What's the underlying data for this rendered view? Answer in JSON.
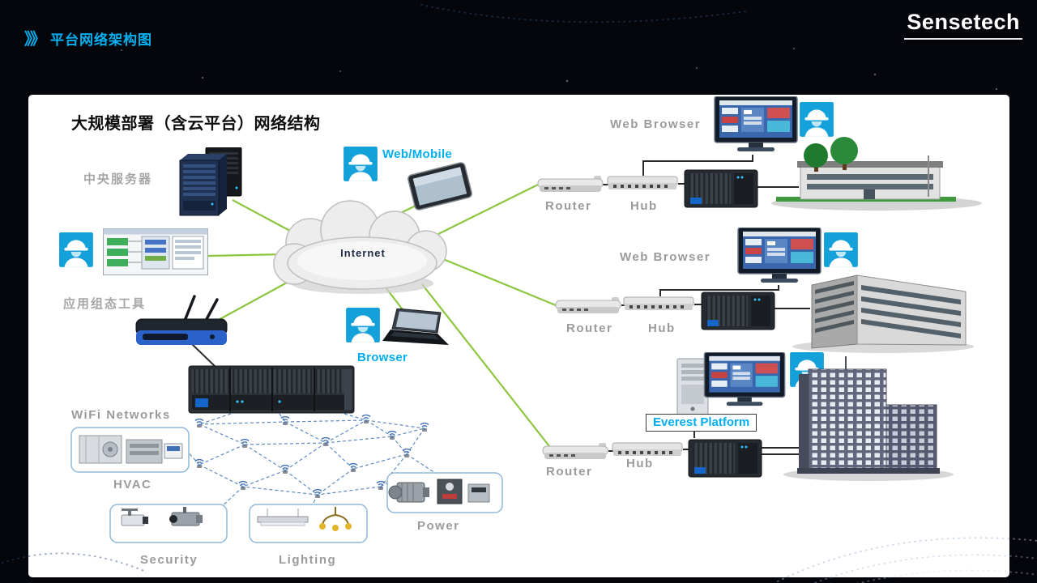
{
  "header": {
    "marker": "》》",
    "title": "平台网络架构图",
    "logo": "Sensetech"
  },
  "diagram": {
    "title": "大规模部署（含云平台）网络结构",
    "internet": "Internet",
    "left": {
      "central_server": "中央服务器",
      "config_tool": "应用组态工具",
      "web_mobile": "Web/Mobile",
      "browser": "Browser",
      "wifi_networks": "WiFi Networks"
    },
    "zones": {
      "hvac": "HVAC",
      "security": "Security",
      "lighting": "Lighting",
      "power": "Power"
    },
    "branch1": {
      "client": "Web Browser",
      "router": "Router",
      "hub": "Hub"
    },
    "branch2": {
      "client": "Web Browser",
      "router": "Router",
      "hub": "Hub"
    },
    "branch3": {
      "client": "Everest Platform",
      "router": "Router",
      "hub": "Hub"
    }
  },
  "icons": {
    "worker": "engineer-avatar",
    "cloud": "internet-cloud",
    "wifi_node": "wifi-node"
  },
  "colors": {
    "accent_cyan": "#00aeef",
    "link_green": "#8cc63f",
    "label_gray": "#9b9b9b",
    "mesh_blue": "#4a7ebb"
  }
}
